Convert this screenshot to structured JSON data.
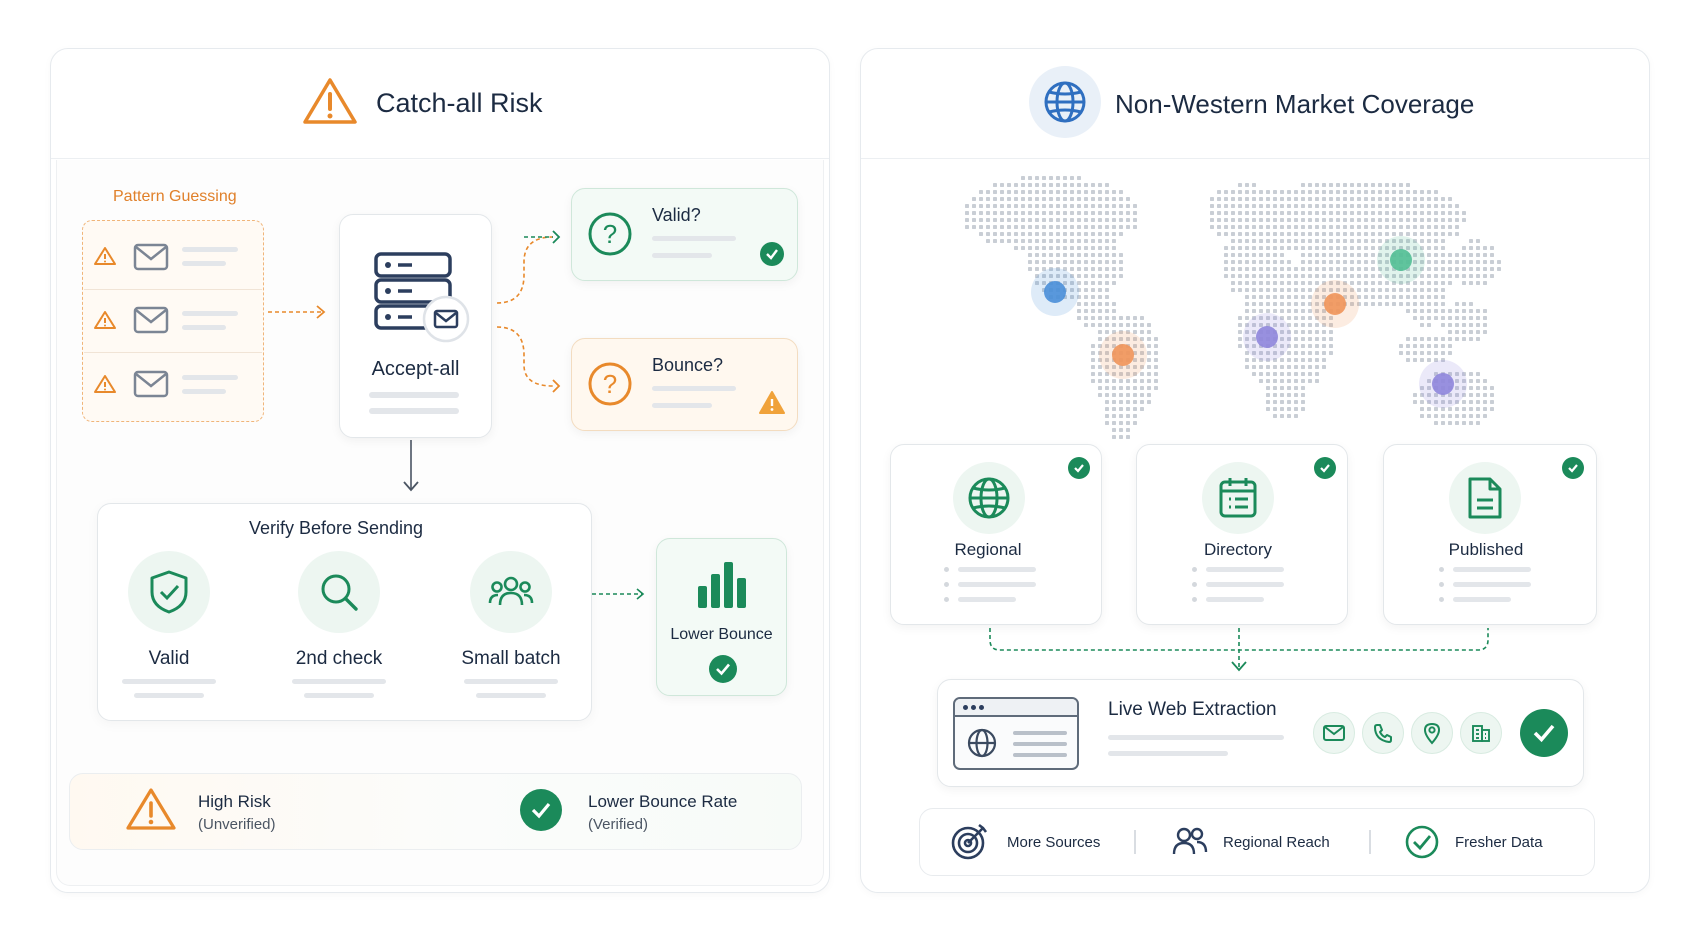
{
  "left": {
    "title": "Catch-all Risk",
    "pattern_label": "Pattern Guessing",
    "accept_label": "Accept-all",
    "valid_label": "Valid?",
    "bounce_label": "Bounce?",
    "verify_title": "Verify Before Sending",
    "steps": [
      {
        "label": "Valid",
        "icon": "shield-check-icon"
      },
      {
        "label": "2nd check",
        "icon": "search-icon"
      },
      {
        "label": "Small batch",
        "icon": "users-icon"
      }
    ],
    "result_label": "Lower Bounce",
    "footer": {
      "risk_title": "High Risk",
      "risk_sub": "(Unverified)",
      "safe_title": "Lower Bounce Rate",
      "safe_sub": "(Verified)"
    }
  },
  "right": {
    "title": "Non-Western Market Coverage",
    "sources": [
      {
        "label": "Regional",
        "icon": "globe-icon"
      },
      {
        "label": "Directory",
        "icon": "directory-icon"
      },
      {
        "label": "Published",
        "icon": "document-icon"
      }
    ],
    "extraction_title": "Live Web Extraction",
    "footer": [
      {
        "label": "More Sources",
        "icon": "target-icon"
      },
      {
        "label": "Regional Reach",
        "icon": "users-icon"
      },
      {
        "label": "Fresher Data",
        "icon": "check-circle-icon"
      }
    ]
  },
  "colors": {
    "orange": "#e8892b",
    "green": "#1b8a5a",
    "navy": "#1f3554",
    "blue": "#2f6fc0"
  }
}
